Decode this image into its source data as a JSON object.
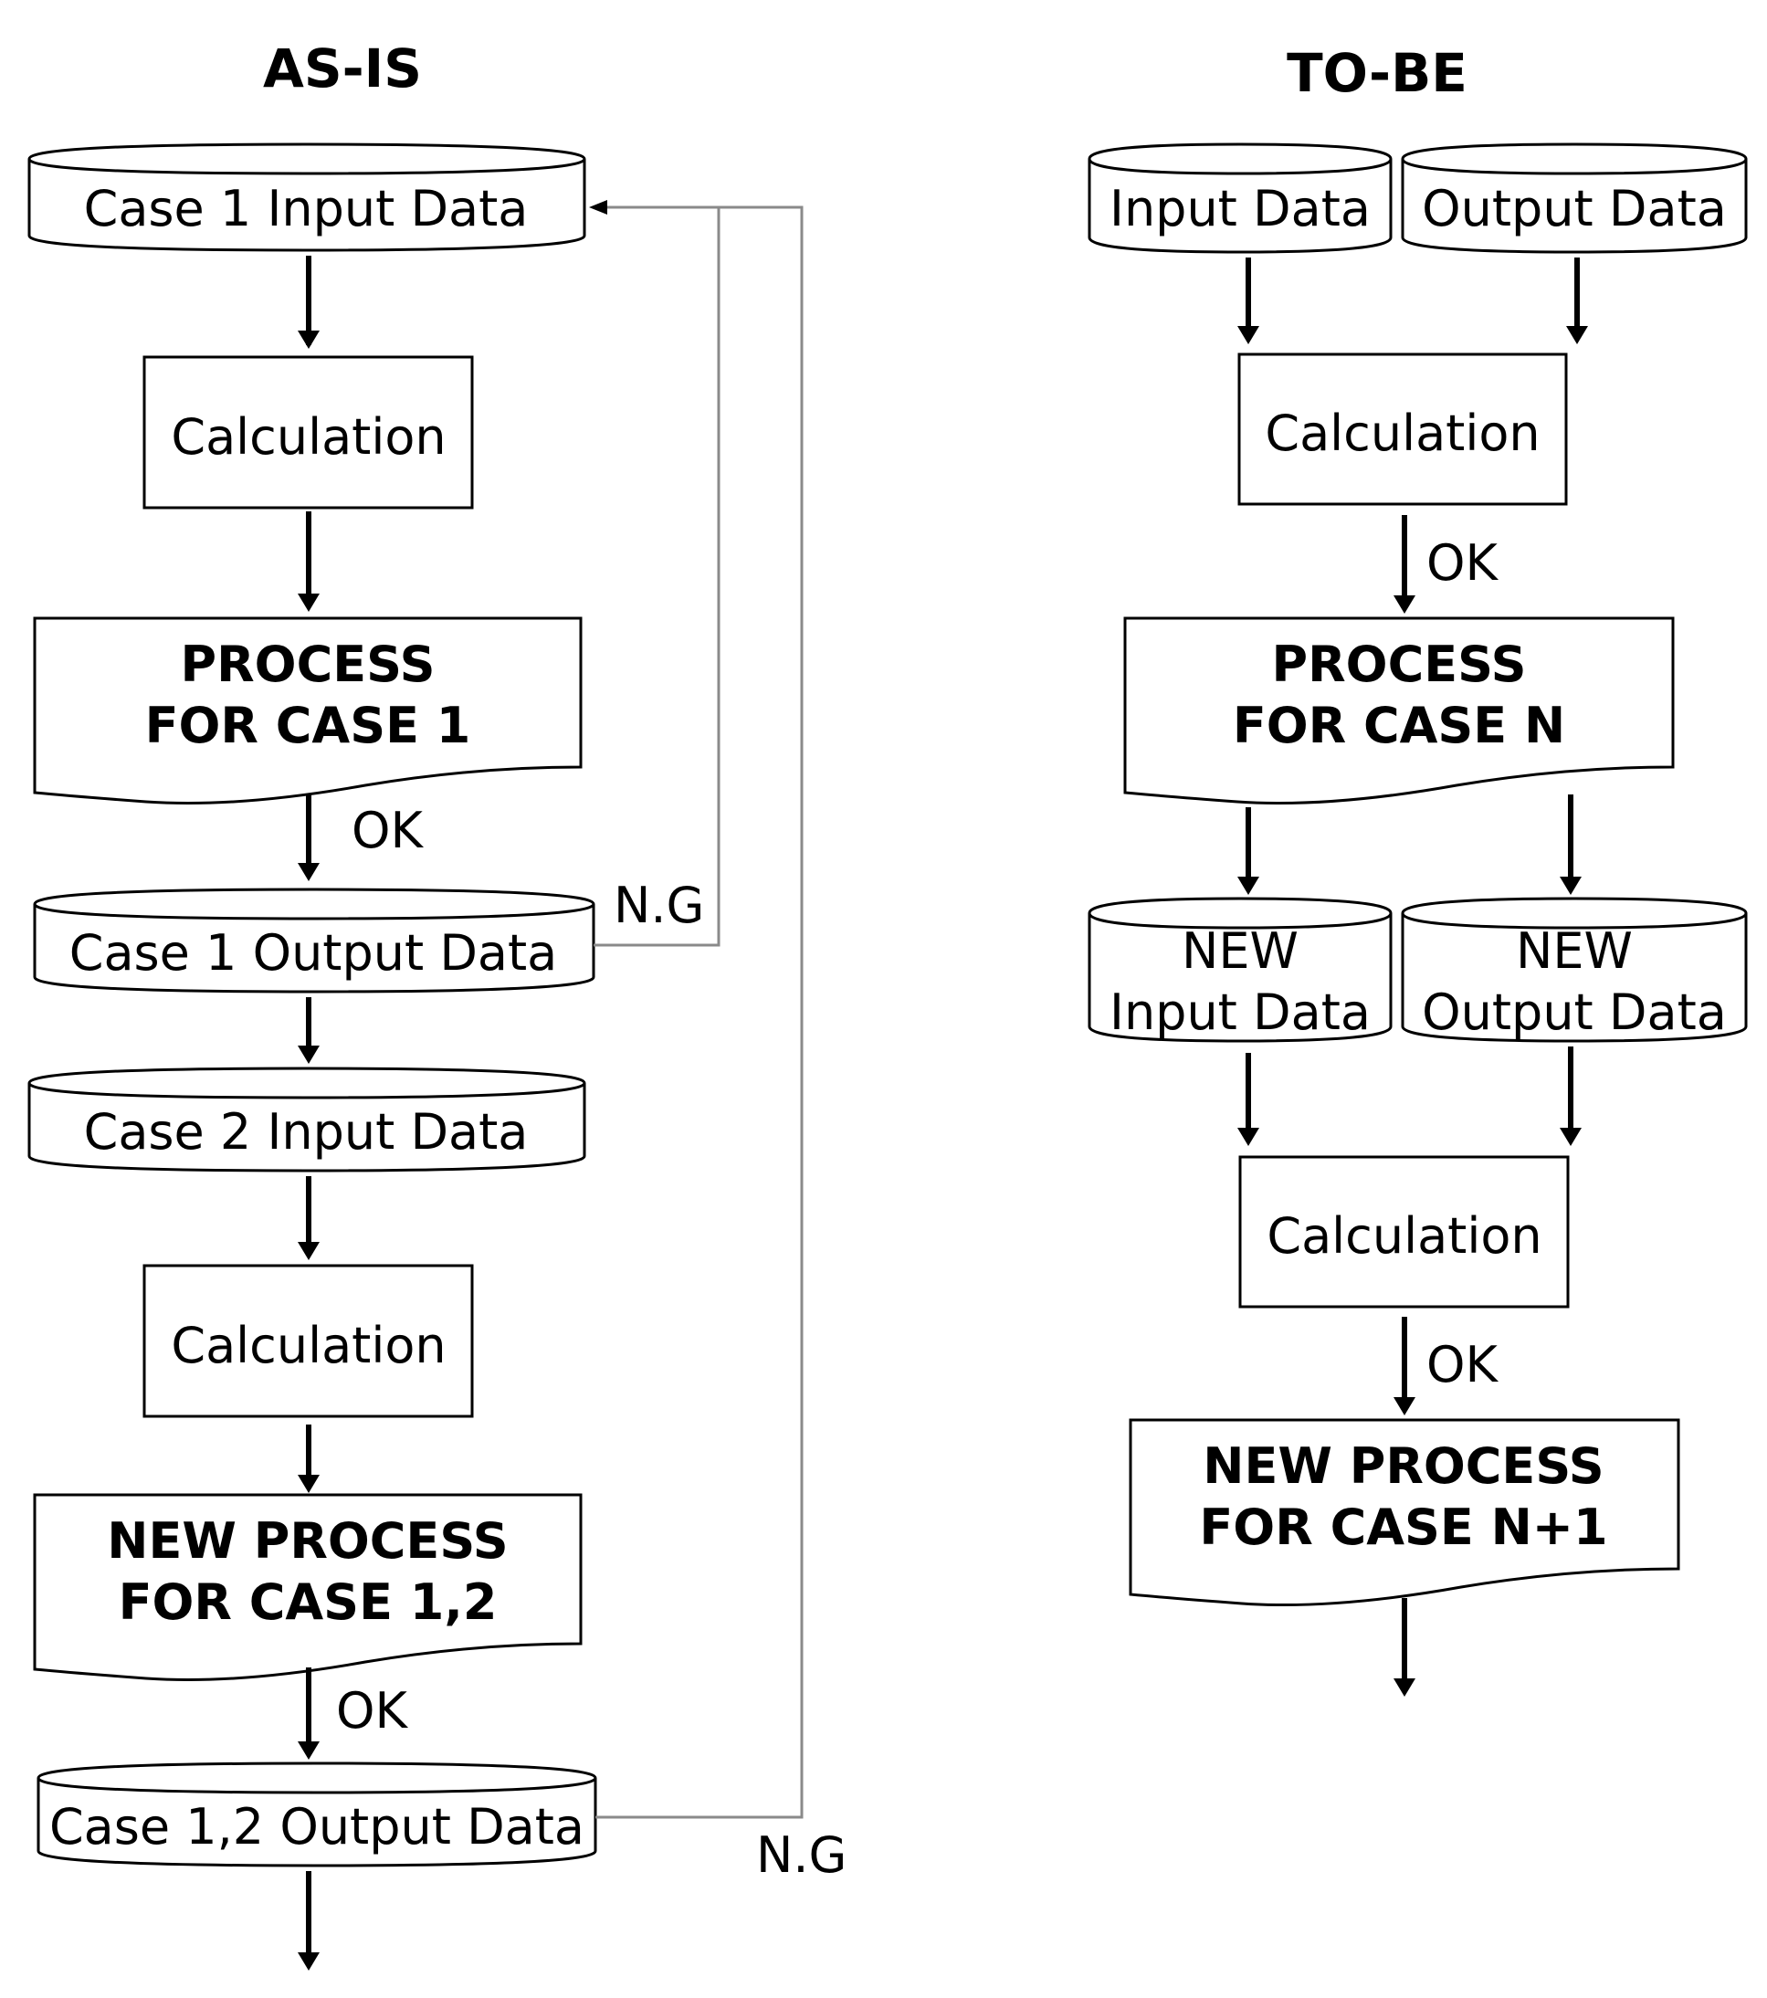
{
  "as_is": {
    "title": "AS-IS",
    "case1_input": "Case 1 Input Data",
    "calc1": "Calculation",
    "process1": [
      "PROCESS",
      "FOR CASE 1"
    ],
    "ok1": "OK",
    "ng1": "N.G",
    "case1_output": "Case 1 Output Data",
    "case2_input": "Case 2 Input Data",
    "calc2": "Calculation",
    "process2": [
      "NEW PROCESS",
      "FOR CASE 1,2"
    ],
    "ok2": "OK",
    "case12_output": "Case 1,2 Output Data",
    "ng2": "N.G"
  },
  "to_be": {
    "title": "TO-BE",
    "input": "Input Data",
    "output": "Output Data",
    "calc1": "Calculation",
    "ok1": "OK",
    "process1": [
      "PROCESS",
      "FOR CASE N"
    ],
    "new_input": [
      "NEW",
      "Input Data"
    ],
    "new_output": [
      "NEW",
      "Output Data"
    ],
    "calc2": "Calculation",
    "ok2": "OK",
    "process2": [
      "NEW PROCESS",
      "FOR CASE N+1"
    ]
  }
}
